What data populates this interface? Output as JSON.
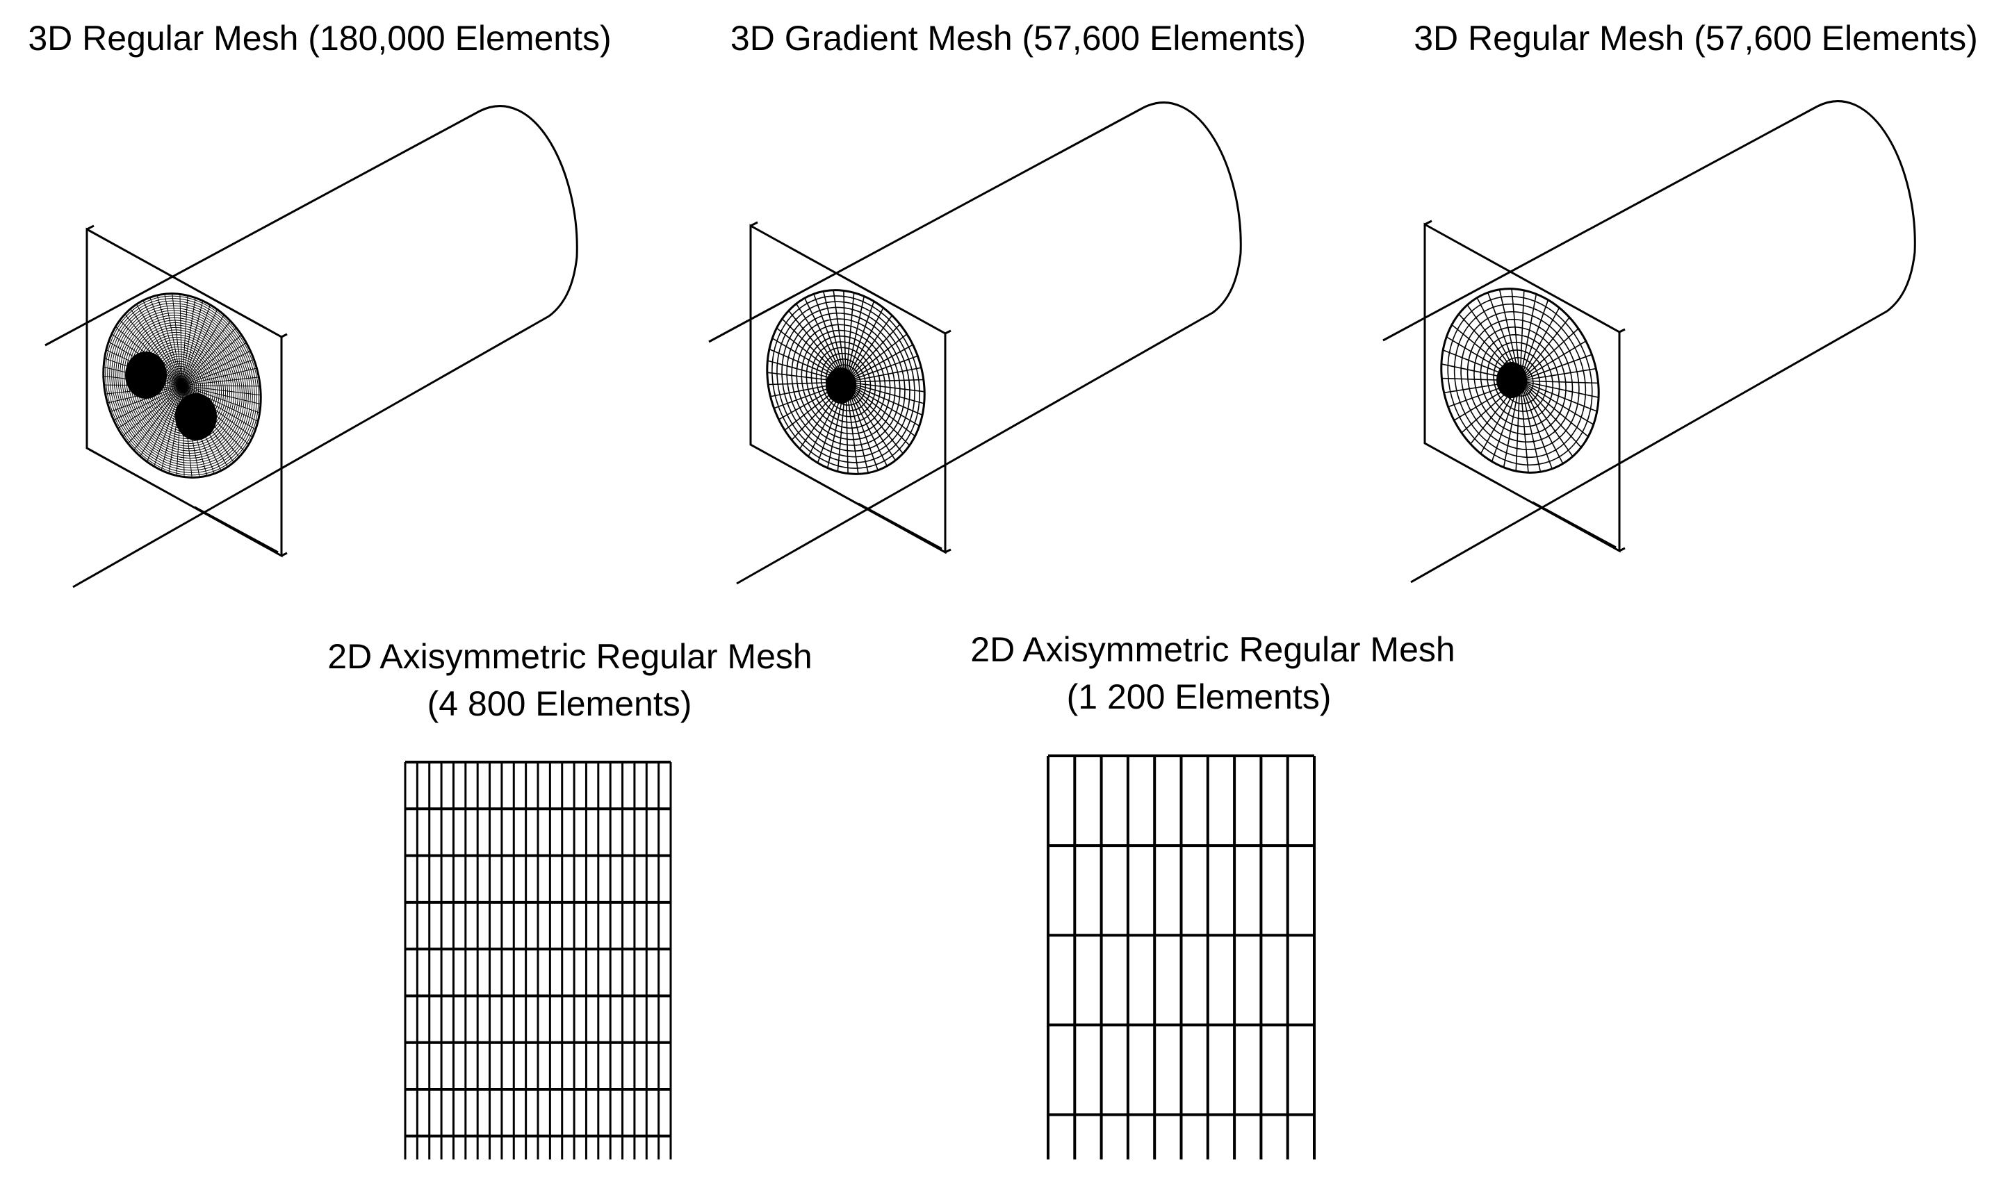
{
  "panels_3d": [
    {
      "title": "3D Regular Mesh (180,000 Elements)",
      "radial_divisions": 64,
      "ring_divisions": 38,
      "hub": "double"
    },
    {
      "title": "3D Gradient Mesh (57,600 Elements)",
      "radial_divisions": 48,
      "ring_divisions": 16,
      "hub": "single"
    },
    {
      "title": "3D Regular Mesh (57,600 Elements)",
      "radial_divisions": 40,
      "ring_divisions": 12,
      "hub": "single"
    }
  ],
  "panels_2d": [
    {
      "title_line1": "2D Axisymmetric Regular Mesh",
      "title_line2": "(4 800 Elements)",
      "columns": 22,
      "bands": 9
    },
    {
      "title_line1": "2D Axisymmetric Regular Mesh",
      "title_line2": "(1 200 Elements)",
      "columns": 10,
      "bands": 5
    }
  ],
  "colors": {
    "line": "#000000",
    "background": "#ffffff"
  }
}
